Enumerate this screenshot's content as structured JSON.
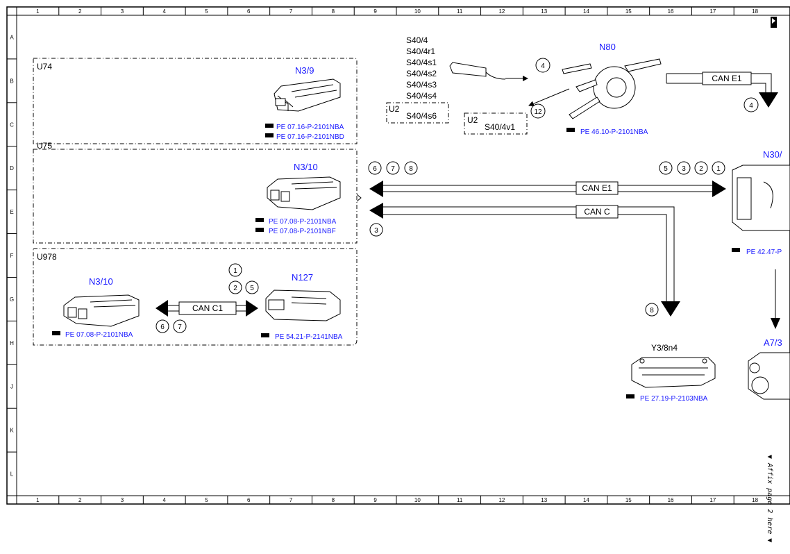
{
  "grid": {
    "columns": [
      "1",
      "2",
      "3",
      "4",
      "5",
      "6",
      "7",
      "8",
      "9",
      "10",
      "11",
      "12",
      "13",
      "14",
      "15",
      "16",
      "17",
      "18"
    ],
    "rows": [
      "A",
      "B",
      "C",
      "D",
      "E",
      "F",
      "G",
      "H",
      "J",
      "K",
      "L"
    ]
  },
  "groups": {
    "u74": "U74",
    "u75": "U75",
    "u978": "U978",
    "u2_a": "U2",
    "u2_b": "U2"
  },
  "components": {
    "n3_9": "N3/9",
    "n3_10_top": "N3/10",
    "n3_10_bottom": "N3/10",
    "n127": "N127",
    "n80": "N80",
    "n30": "N30/",
    "a7": "A7/3",
    "y3": "Y3/8n4"
  },
  "switches": [
    "S40/4",
    "S40/4r1",
    "S40/4s1",
    "S40/4s2",
    "S40/4s3",
    "S40/4s4"
  ],
  "switch_s6": "S40/4s6",
  "switch_v1": "S40/4v1",
  "buses": {
    "can_e1_top": "CAN E1",
    "can_e1_mid": "CAN E1",
    "can_c": "CAN C",
    "can_c1": "CAN C1"
  },
  "refs": {
    "n3_9_a": "PE 07.16-P-2101NBA",
    "n3_9_b": "PE 07.16-P-2101NBD",
    "n3_10_a": "PE 07.08-P-2101NBA",
    "n3_10_b": "PE 07.08-P-2101NBF",
    "n3_10_c": "PE 07.08-P-2101NBA",
    "n127": "PE 54.21-P-2141NBA",
    "n80": "PE 46.10-P-2101NBA",
    "n30": "PE 42.47-P",
    "y3": "PE 27.19-P-2103NBA"
  },
  "markers": {
    "m4_n80": "4",
    "m12": "12",
    "m4_right": "4",
    "left_6": "6",
    "left_7": "7",
    "left_8": "8",
    "right_5": "5",
    "right_3": "3",
    "right_2": "2",
    "right_1": "1",
    "m3": "3",
    "m8": "8",
    "c1_1": "1",
    "c1_2": "2",
    "c1_5": "5",
    "c1_6": "6",
    "c1_7": "7"
  },
  "affix_note": "▼ Affix page 2 here ▼",
  "colors": {
    "component_label": "#1a1aff",
    "line": "#000000"
  }
}
